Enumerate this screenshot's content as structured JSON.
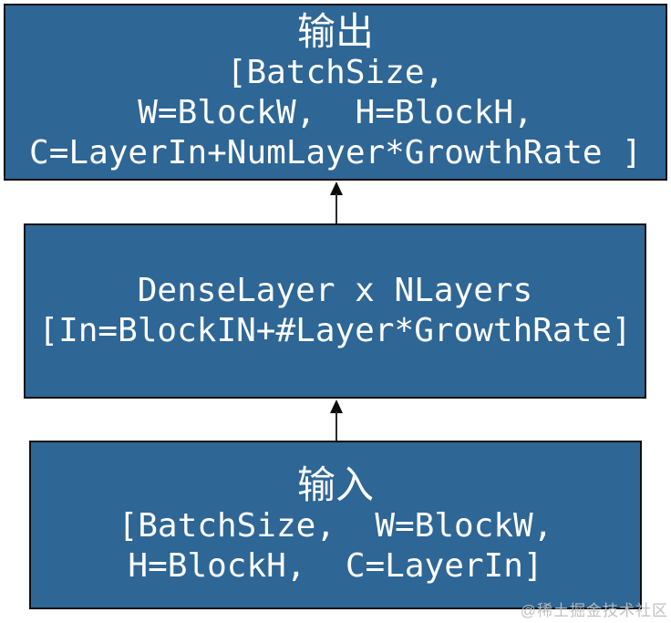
{
  "page": {
    "background": "#ffffff"
  },
  "diagram": {
    "colors": {
      "box_fill": "#2e6695",
      "box_border": "#101010",
      "text": "#ffffff",
      "arrow": "#0c0c0c",
      "watermark": "#bdbdbd"
    },
    "boxes": [
      {
        "id": "output-block",
        "title": "输出",
        "lines": [
          "[BatchSize,",
          "W=BlockW,  H=BlockH,",
          "C=LayerIn+NumLayer*GrowthRate ]"
        ]
      },
      {
        "id": "dense-layers-block",
        "lines": [
          "DenseLayer x NLayers",
          "[In=BlockIN+#Layer*GrowthRate]"
        ]
      },
      {
        "id": "input-block",
        "title": "输入",
        "lines": [
          "[BatchSize,  W=BlockW,",
          "H=BlockH,  C=LayerIn]"
        ]
      }
    ],
    "arrows": [
      {
        "id": "arrow-input-to-dense",
        "direction": "up"
      },
      {
        "id": "arrow-dense-to-output",
        "direction": "up"
      }
    ],
    "watermark": {
      "text": "@稀土掘金技术社区"
    }
  }
}
